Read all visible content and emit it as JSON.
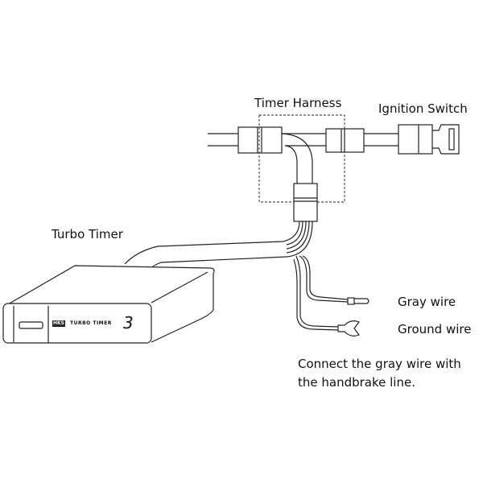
{
  "labels": {
    "timer_harness": "Timer Harness",
    "ignition_switch": "Ignition Switch",
    "turbo_timer": "Turbo Timer",
    "gray_wire": "Gray wire",
    "ground_wire": "Ground wire",
    "note_line1": "Connect the gray wire with",
    "note_line2": "the handbrake line."
  },
  "device": {
    "brand": "HKS",
    "model": "TURBO TIMER",
    "display_digit": "3"
  }
}
